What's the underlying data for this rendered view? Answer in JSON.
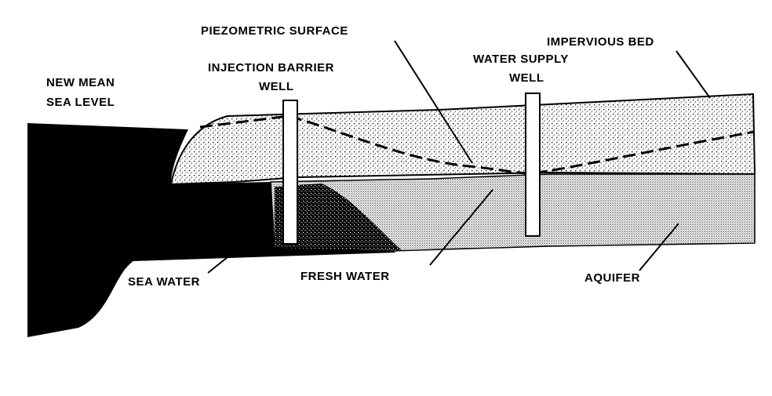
{
  "labels": {
    "piezometric_surface": "PIEZOMETRIC SURFACE",
    "impervious_bed": "IMPERVIOUS BED",
    "injection_line1": "INJECTION BARRIER",
    "injection_line2": "WELL",
    "supply_line1": "WATER SUPPLY",
    "supply_line2": "WELL",
    "sea_level_line1": "NEW MEAN",
    "sea_level_line2": "SEA LEVEL",
    "sea_water": "SEA WATER",
    "fresh_water": "FRESH WATER",
    "aquifer": "AQUIFER"
  },
  "colors": {
    "ink": "#000000",
    "paper": "#ffffff",
    "impervious_stipple": "#9a9a9a",
    "aquifer_stipple": "#5a5a5a"
  }
}
